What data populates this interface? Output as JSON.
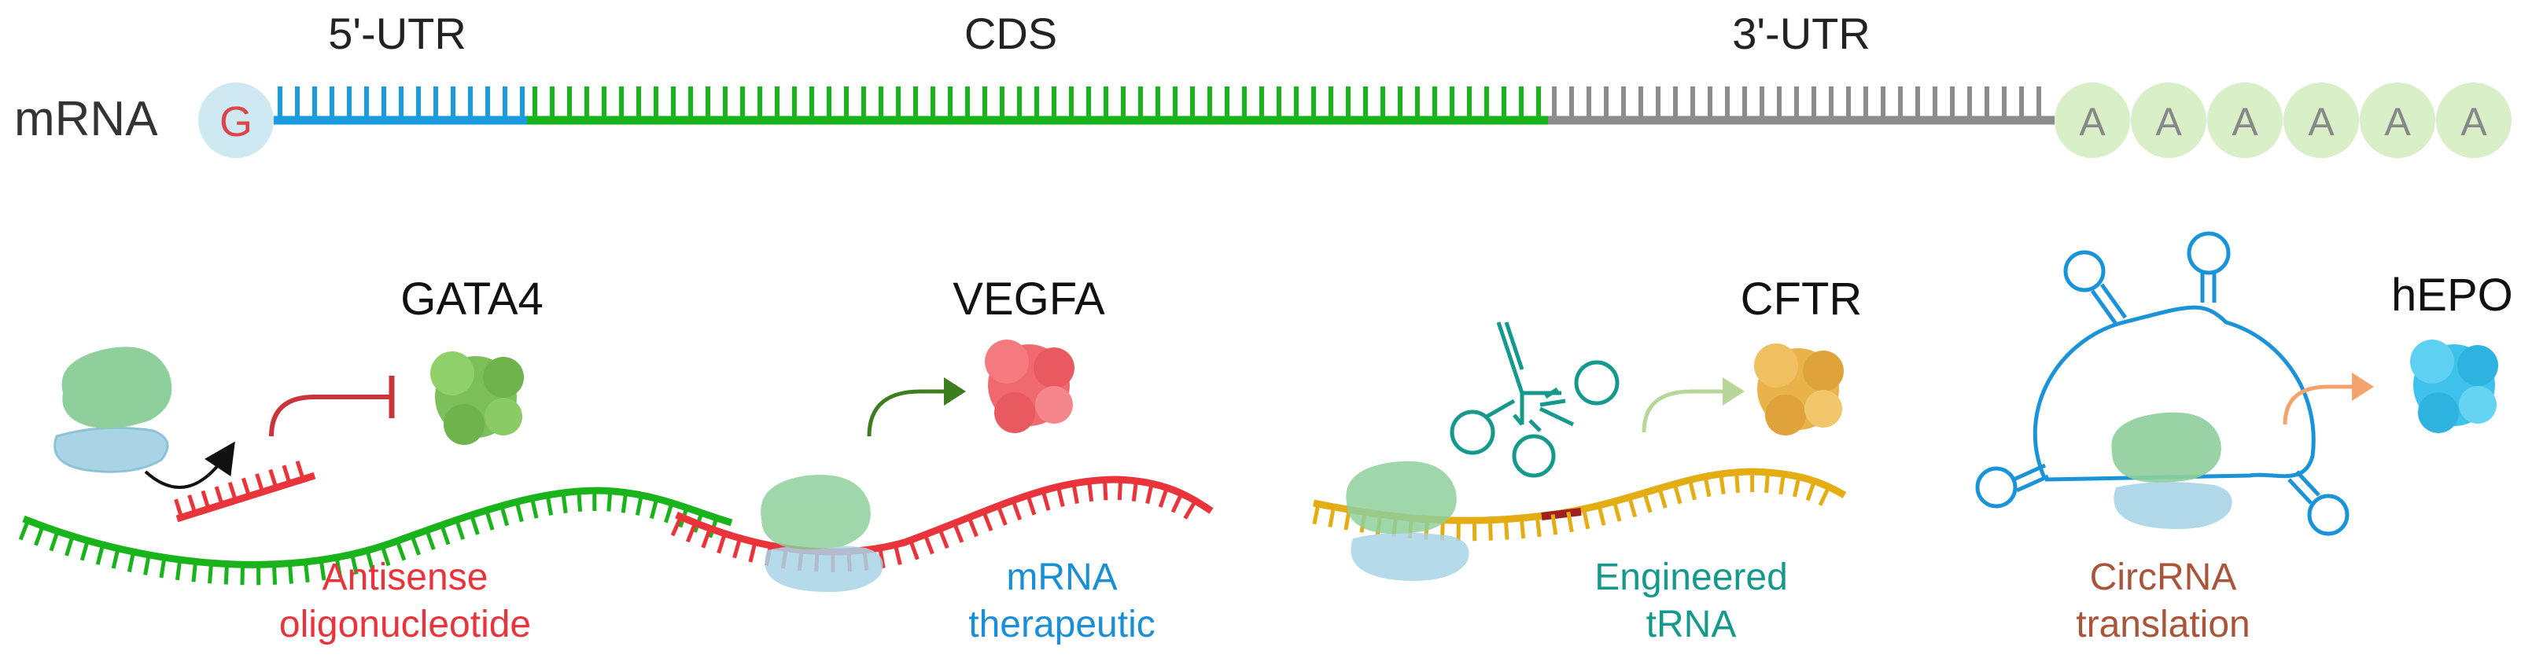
{
  "mrna": {
    "label": "mRNA",
    "cap": "G",
    "segments": {
      "utr5": "5'-UTR",
      "cds": "CDS",
      "utr3": "3'-UTR"
    },
    "poly_a": [
      "A",
      "A",
      "A",
      "A",
      "A",
      "A"
    ]
  },
  "panels": [
    {
      "protein": "GATA4",
      "caption_line1": "Antisense",
      "caption_line2": "oligonucleotide"
    },
    {
      "protein": "VEGFA",
      "caption_line1": "mRNA",
      "caption_line2": "therapeutic"
    },
    {
      "protein": "CFTR",
      "caption_line1": "Engineered",
      "caption_line2": "tRNA"
    },
    {
      "protein": "hEPO",
      "caption_line1": "CircRNA",
      "caption_line2": "translation"
    }
  ],
  "colors": {
    "utr5": "#1a9be0",
    "cds": "#19b31c",
    "utr3": "#8c8c8c",
    "poly_a_fill": "#d8efc8",
    "cap_fill": "#cfe9f2",
    "cap_text": "#e0434a",
    "aso": "#e8343a",
    "mrna_ther": "#1a8fd6",
    "trna": "#14998c",
    "circ": "#a8553a",
    "ribo_top": "#8fcf9c",
    "ribo_bottom": "#a9d4e6",
    "gata4": "#7cbf5a",
    "vegfa": "#f0696f",
    "cftr": "#eab24a",
    "hepo": "#3ec2ec",
    "strand_yellow": "#e4ad14",
    "circ_blue": "#1a93d8"
  }
}
